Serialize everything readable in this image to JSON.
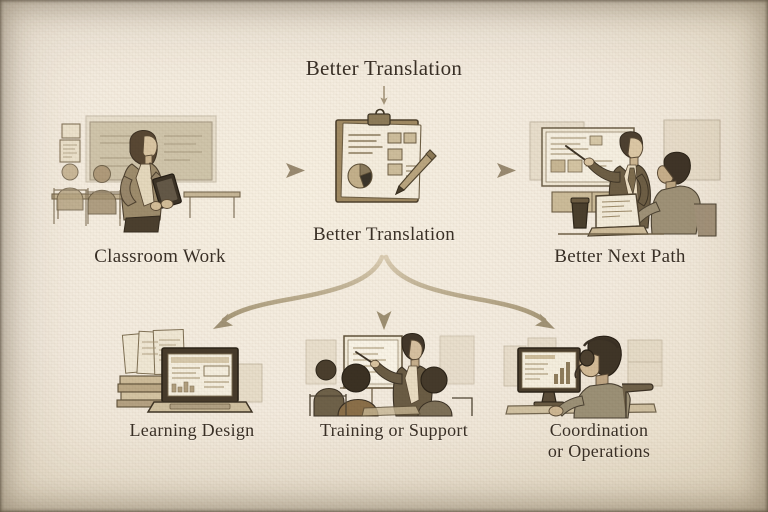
{
  "page": {
    "style": "sepia hand-drawn sketch diagram on aged paper",
    "background_color": "#f2eade",
    "ink_color": "#3a3026",
    "accent_color": "#b9a480"
  },
  "nodes": {
    "top_heading": "Better Translation",
    "center_heading": "Better Translation",
    "left_label": "Classroom Work",
    "right_label": "Better Next Path",
    "bottom": [
      {
        "label": "Learning Design",
        "icon": "laptop-books-icon"
      },
      {
        "label": "Training or Support",
        "icon": "trainer-group-icon"
      },
      {
        "label": "Coordination\nor Operations",
        "icon": "headset-desktop-icon"
      }
    ]
  },
  "scenes": {
    "classroom": {
      "name": "classroom-scene",
      "description": "Teacher with tablet in front of chalkboard with two seated students"
    },
    "clipboard": {
      "name": "clipboard-scene",
      "description": "Clipboard holding a document with text lines, flowchart boxes and a pie chart, plus a pencil"
    },
    "presentation": {
      "name": "presentation-scene",
      "description": "Presenter pointing at a projected slide while a colleague works on a laptop with a coffee cup"
    },
    "learning_design": {
      "name": "learning-design-scene",
      "description": "Laptop showing a course builder screen beside stacked books and printed pages"
    },
    "training": {
      "name": "training-scene",
      "description": "Trainer pointing at a screen in front of three seated participants"
    },
    "coordination": {
      "name": "coordination-scene",
      "description": "Person wearing a headset at a desktop monitor displaying a bar chart"
    }
  },
  "arrows": {
    "left_to_center": "arrow-right",
    "center_to_right": "arrow-right",
    "fan_down_left": "arrow-curve-down-left",
    "fan_down_middle": "arrow-down",
    "fan_down_right": "arrow-curve-down-right",
    "heading_to_clipboard": "arrow-down-small"
  }
}
